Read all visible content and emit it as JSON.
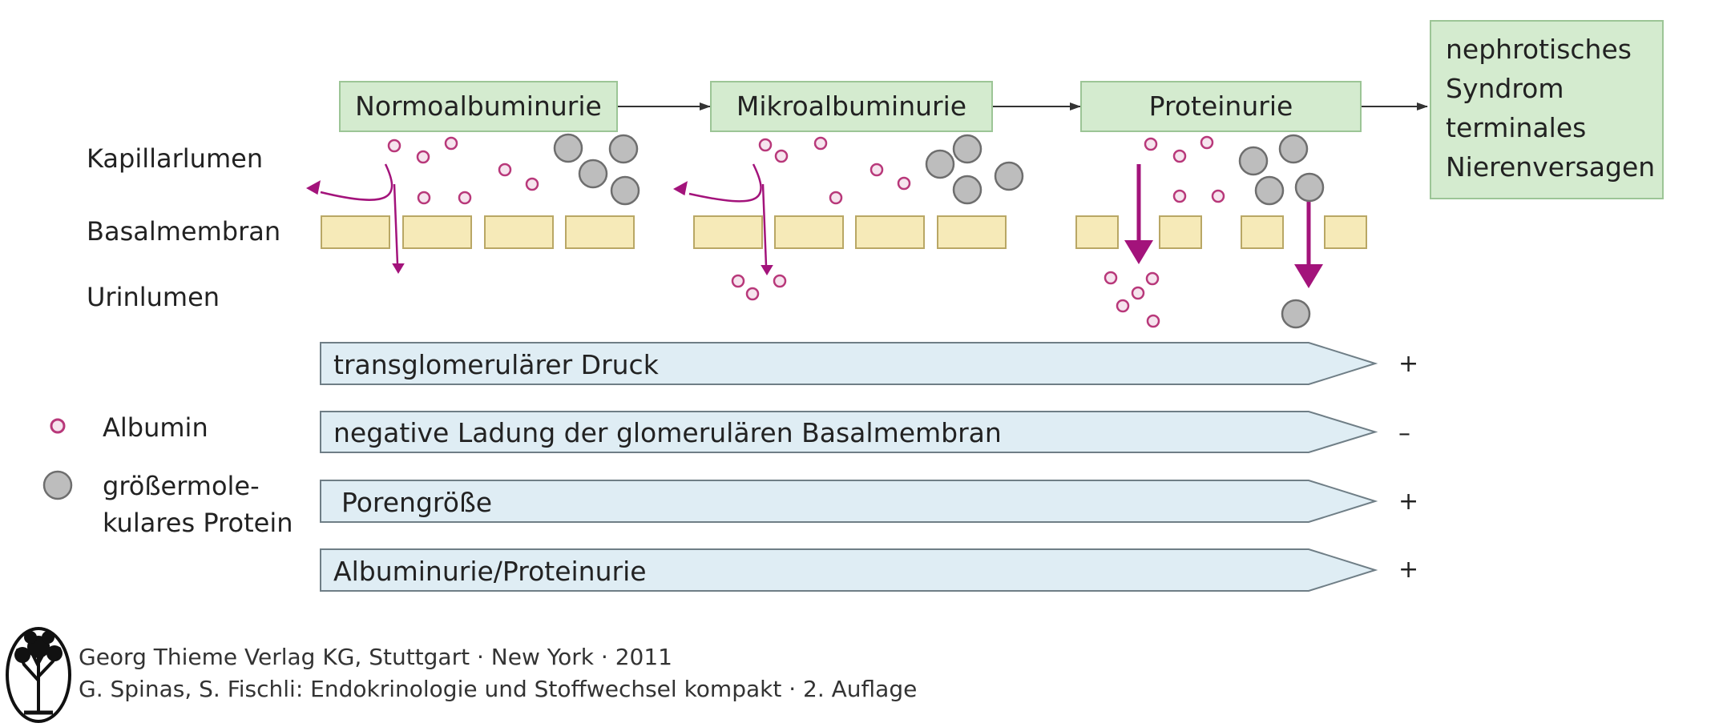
{
  "colors": {
    "stage_fill": "#d4ebcf",
    "stage_border": "#9cc596",
    "membrane_fill": "#f6eab8",
    "membrane_border": "#b9a765",
    "albumin": "#b8387a",
    "albumin_fill": "#f6e4ee",
    "protein_fill": "#bdbdbd",
    "protein_border": "#6e6e6e",
    "flow_arrow": "#a3137b",
    "bar_fill": "#dfedf4",
    "bar_border": "#6f7e86"
  },
  "stages": [
    "Normoalbuminurie",
    "Mikroalbuminurie",
    "Proteinurie"
  ],
  "outcome": [
    "nephrotisches",
    "Syndrom",
    "terminales",
    "Nierenversagen"
  ],
  "layers": {
    "capillary": "Kapillarlumen",
    "membrane": "Basalmembran",
    "urine": "Urinlumen"
  },
  "legend": {
    "albumin": "Albumin",
    "protein_line1": "größermole-",
    "protein_line2": "kulares Protein"
  },
  "trend_bars": [
    {
      "label": "transglomerulärer Druck",
      "sign": "+"
    },
    {
      "label": "negative Ladung der glomerulären Basalmembran",
      "sign": "–"
    },
    {
      "label": "Porengröße",
      "sign": "+"
    },
    {
      "label": "Albuminurie/Proteinurie",
      "sign": "+"
    }
  ],
  "credit": {
    "publisher": "Georg Thieme Verlag KG, Stuttgart · New York · 2011",
    "book": "G. Spinas, S. Fischli: Endokrinologie und Stoffwechsel kompakt · 2. Auflage"
  },
  "logo_icon": "tree-logo-icon"
}
